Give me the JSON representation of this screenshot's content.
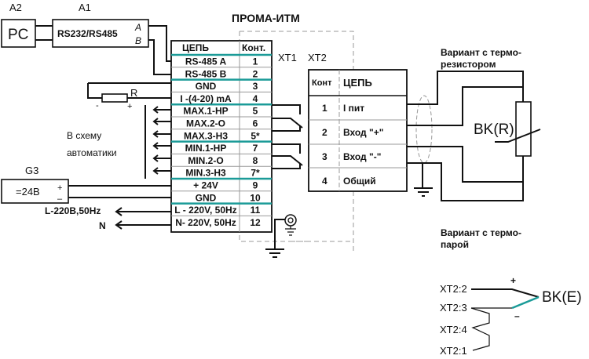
{
  "device_title": "ПРОМА-ИТМ",
  "blocks": {
    "a2": {
      "ref": "A2",
      "label": "PC"
    },
    "a1": {
      "ref": "A1",
      "label": "RS232/RS485",
      "pin_a": "A",
      "pin_b": "B"
    },
    "g3": {
      "ref": "G3",
      "label": "=24В",
      "plus": "+",
      "minus": "–"
    },
    "resistor": {
      "ref": "R",
      "minus": "-",
      "plus": "+"
    }
  },
  "xt1": {
    "ref": "XT1",
    "header": {
      "circuit": "ЦЕПЬ",
      "contact": "Конт."
    },
    "rows": [
      {
        "circuit": "RS-485  A",
        "contact": "1"
      },
      {
        "circuit": "RS-485  B",
        "contact": "2"
      },
      {
        "circuit": "GND",
        "contact": "3"
      },
      {
        "circuit": "I -(4-20) mA",
        "contact": "4"
      },
      {
        "circuit": "MAX.1-HP",
        "contact": "5"
      },
      {
        "circuit": "MAX.2-O",
        "contact": "6"
      },
      {
        "circuit": "MAX.3-H3",
        "contact": "5*"
      },
      {
        "circuit": "MIN.1-HP",
        "contact": "7"
      },
      {
        "circuit": "MIN.2-O",
        "contact": "8"
      },
      {
        "circuit": "MIN.3-H3",
        "contact": "7*"
      },
      {
        "circuit": "+ 24V",
        "contact": "9"
      },
      {
        "circuit": "GND",
        "contact": "10"
      },
      {
        "circuit": "L - 220V, 50Hz",
        "contact": "11"
      },
      {
        "circuit": "N- 220V, 50Hz",
        "contact": "12"
      }
    ]
  },
  "xt2": {
    "ref": "XT2",
    "header": {
      "contact": "Конт",
      "circuit": "ЦЕПЬ"
    },
    "rows": [
      {
        "contact": "1",
        "circuit": "I пит"
      },
      {
        "contact": "2",
        "circuit": "Вход \"+\""
      },
      {
        "contact": "3",
        "circuit": "Вход \"-\""
      },
      {
        "contact": "4",
        "circuit": "Общий"
      }
    ]
  },
  "automation": {
    "line1": "В схему",
    "line2": "автоматики"
  },
  "power": {
    "l_label": "L-220В,50Hz",
    "n_label": "N"
  },
  "thermoresistor": {
    "title_line1": "Вариант с термо-",
    "title_line2": "резистором",
    "sensor": "BK(R)"
  },
  "thermocouple": {
    "title_line1": "Вариант с термо-",
    "title_line2": "парой",
    "sensor": "BK(E)",
    "plus": "+",
    "minus": "–",
    "terminals": [
      "XT2:2",
      "XT2:3",
      "XT2:4",
      "XT2:1"
    ]
  },
  "colors": {
    "accent": "#1b9b98"
  }
}
